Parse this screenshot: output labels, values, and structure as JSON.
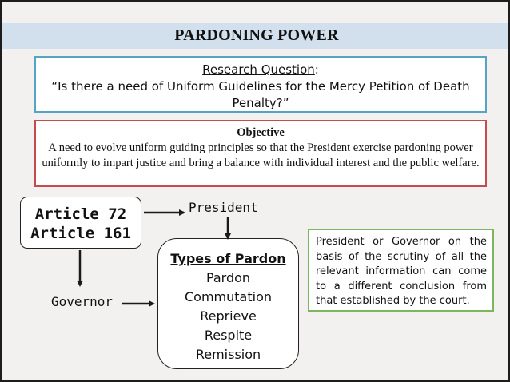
{
  "slide": {
    "title": "PARDONING POWER"
  },
  "research_question": {
    "label": "Research Question",
    "suffix": ":",
    "text": "“Is there a need of Uniform Guidelines for the Mercy Petition of Death Penalty?”"
  },
  "objective": {
    "label": "Objective",
    "text": "A need to evolve uniform guiding principles so that the President exercise pardoning power uniformly to impart justice and bring a balance with individual interest and the public welfare."
  },
  "articles": {
    "line1": "Article 72",
    "line2": "Article 161"
  },
  "nodes": {
    "president": "President",
    "governor": "Governor"
  },
  "types_of_pardon": {
    "heading": "Types of Pardon",
    "items": [
      "Pardon",
      "Commutation",
      "Reprieve",
      "Respite",
      "Remission"
    ]
  },
  "note": {
    "text": "President or Governor on the basis of the scrutiny of all the relevant information can come to a different conclusion from that established by the court."
  },
  "colors": {
    "title_band": "#d2dfec",
    "research_border": "#55a4c4",
    "objective_border": "#c44c4c",
    "note_border": "#7fb55f",
    "arrow": "#1a1a1a"
  }
}
